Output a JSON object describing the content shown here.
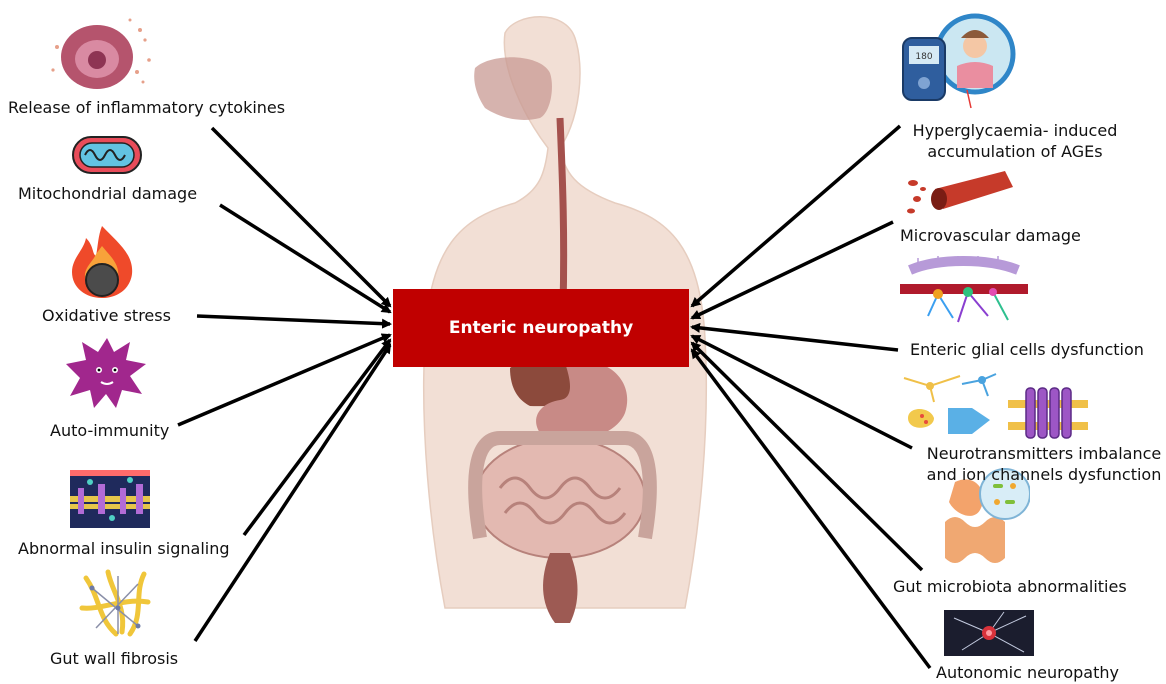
{
  "diagram": {
    "central_label": "Enteric neuropathy",
    "central_color": "#c00000",
    "arrow_color": "#000000",
    "left_causes": [
      {
        "id": "cytokines",
        "label": "Release of inflammatory cytokines",
        "icon": "cell-icon"
      },
      {
        "id": "mito",
        "label": "Mitochondrial damage",
        "icon": "mitochondria-icon"
      },
      {
        "id": "oxidative",
        "label": "Oxidative stress",
        "icon": "flame-icon"
      },
      {
        "id": "autoimmunity",
        "label": "Auto-immunity",
        "icon": "virus-icon"
      },
      {
        "id": "insulin",
        "label": "Abnormal insulin signaling",
        "icon": "membrane-icon"
      },
      {
        "id": "fibrosis",
        "label": "Gut wall fibrosis",
        "icon": "fibers-icon"
      }
    ],
    "right_causes": [
      {
        "id": "hyperglycaemia",
        "line1": "Hyperglycaemia- induced",
        "line2": "accumulation of AGEs",
        "icon": "glucometer-icon"
      },
      {
        "id": "microvascular",
        "label": "Microvascular damage",
        "icon": "blood-vessel-icon"
      },
      {
        "id": "glial",
        "label": "Enteric glial cells dysfunction",
        "icon": "glial-cells-icon"
      },
      {
        "id": "neurotransmitters",
        "line1": "Neurotransmitters imbalance",
        "line2": "and ion channels dysfunction",
        "icon": "synapse-icon"
      },
      {
        "id": "microbiota",
        "label": "Gut microbiota abnormalities",
        "icon": "gut-microbiota-icon"
      },
      {
        "id": "autonomic",
        "label": "Autonomic neuropathy",
        "icon": "neuron-icon"
      }
    ]
  }
}
